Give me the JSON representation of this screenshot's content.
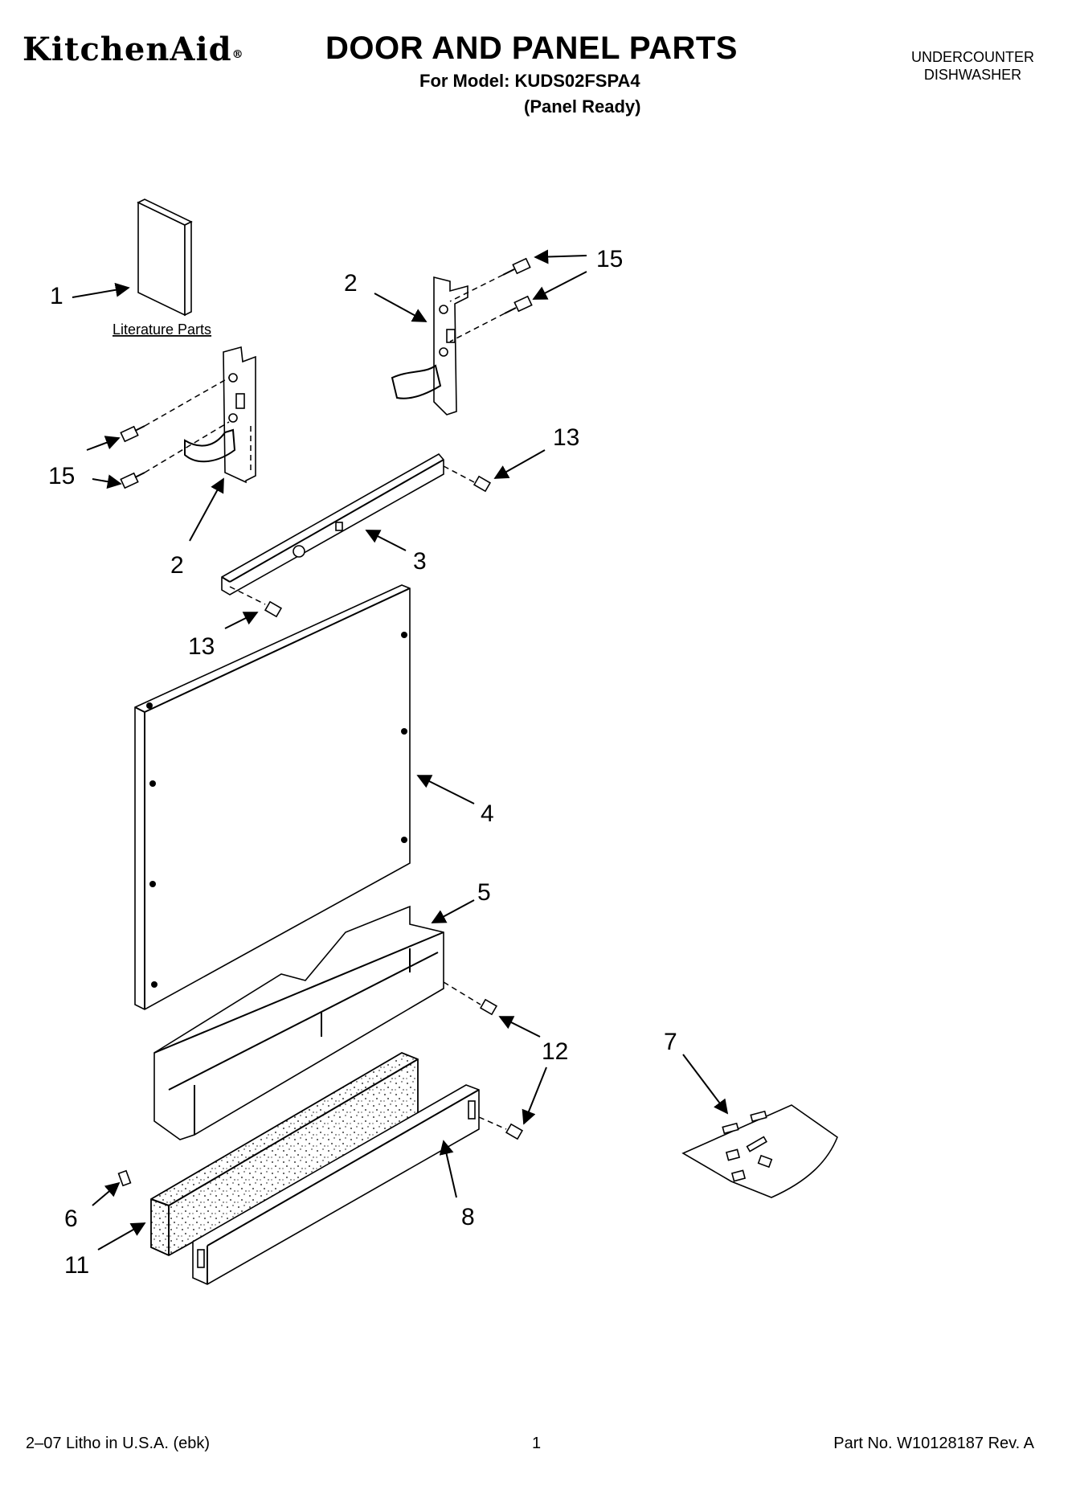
{
  "header": {
    "brand": "KitchenAid",
    "brand_mark": "®",
    "title": "DOOR AND PANEL PARTS",
    "model_line": "For Model: KUDS02FSPA4",
    "variant": "(Panel Ready)",
    "category_line1": "UNDERCOUNTER",
    "category_line2": "DISHWASHER"
  },
  "diagram": {
    "literature_label": "Literature Parts",
    "callouts": [
      "1",
      "2",
      "15",
      "15",
      "2",
      "13",
      "3",
      "13",
      "4",
      "5",
      "12",
      "12",
      "7",
      "6",
      "8",
      "11"
    ]
  },
  "footer": {
    "litho": "2–07 Litho in U.S.A. (ebk)",
    "page": "1",
    "part_no": "Part No. W10128187 Rev. A"
  }
}
